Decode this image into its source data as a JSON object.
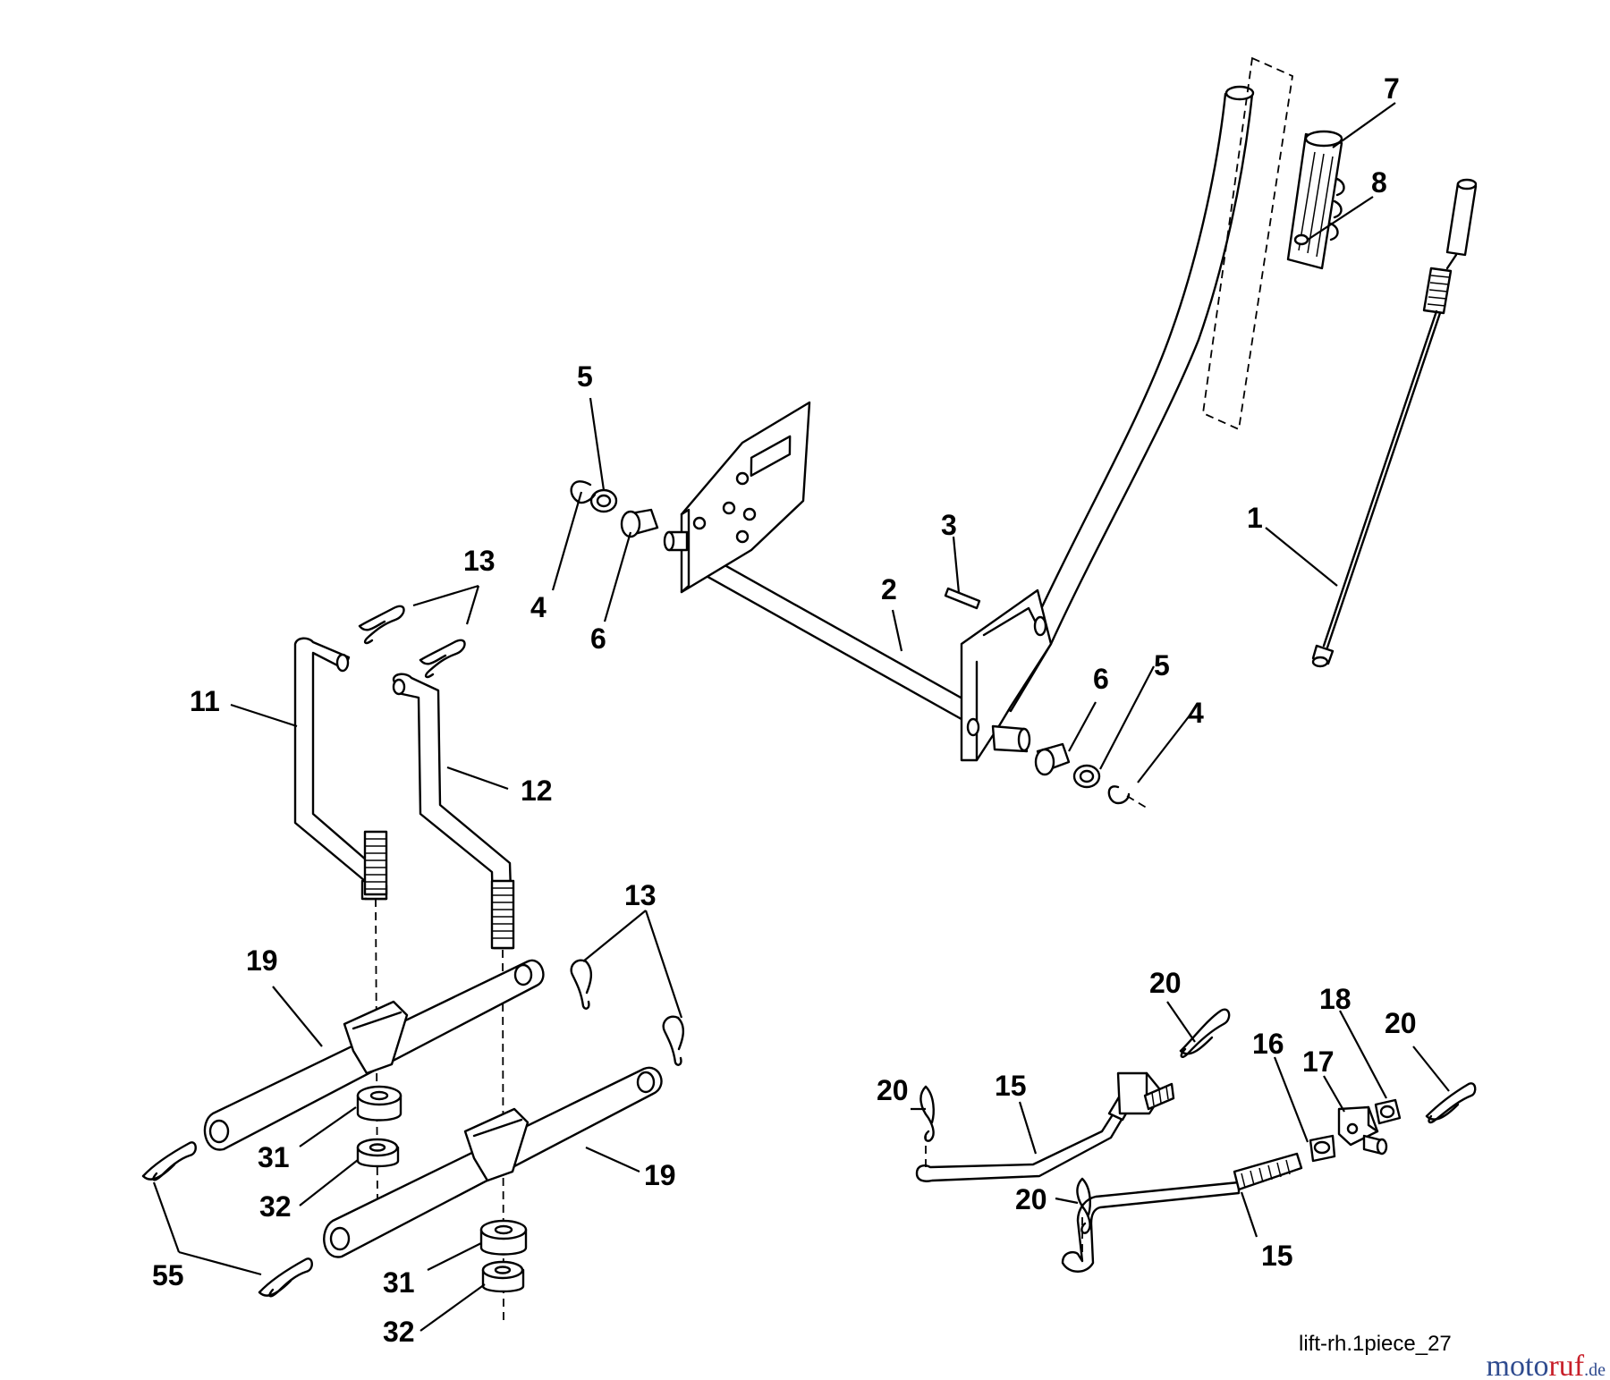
{
  "diagram": {
    "caption": "lift-rh.1piece_27",
    "logo": {
      "part1": "moto",
      "part2": "ruf",
      "suffix": ".de"
    },
    "callouts": {
      "c1": "1",
      "c2": "2",
      "c3": "3",
      "c4a": "4",
      "c4b": "4",
      "c5a": "5",
      "c5b": "5",
      "c6a": "6",
      "c6b": "6",
      "c7": "7",
      "c8": "8",
      "c11": "11",
      "c12": "12",
      "c13a": "13",
      "c13b": "13",
      "c15a": "15",
      "c15b": "15",
      "c16": "16",
      "c17": "17",
      "c18": "18",
      "c19a": "19",
      "c19b": "19",
      "c20a": "20",
      "c20b": "20",
      "c20c": "20",
      "c20d": "20",
      "c31a": "31",
      "c31b": "31",
      "c32a": "32",
      "c32b": "32",
      "c55": "55"
    }
  }
}
